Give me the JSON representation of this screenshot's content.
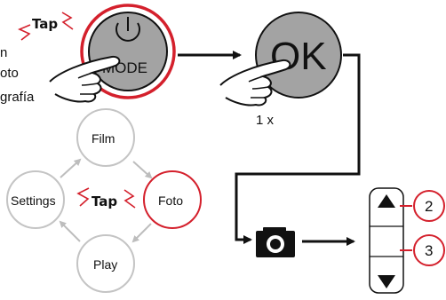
{
  "tap_label": "Tap",
  "side_text": [
    "n",
    "oto",
    "grafía"
  ],
  "mode_label": "MODE",
  "ok_label": "OK",
  "repeat_label": "1 x",
  "cycle": {
    "film": "Film",
    "foto": "Foto",
    "play": "Play",
    "settings": "Settings",
    "center_tap": "Tap"
  },
  "callouts": {
    "up": "2",
    "down": "3"
  },
  "colors": {
    "accent": "#d4202c",
    "button_fill": "#a3a3a3",
    "cycle_arrow": "#bdbdbd",
    "ink": "#111111"
  }
}
